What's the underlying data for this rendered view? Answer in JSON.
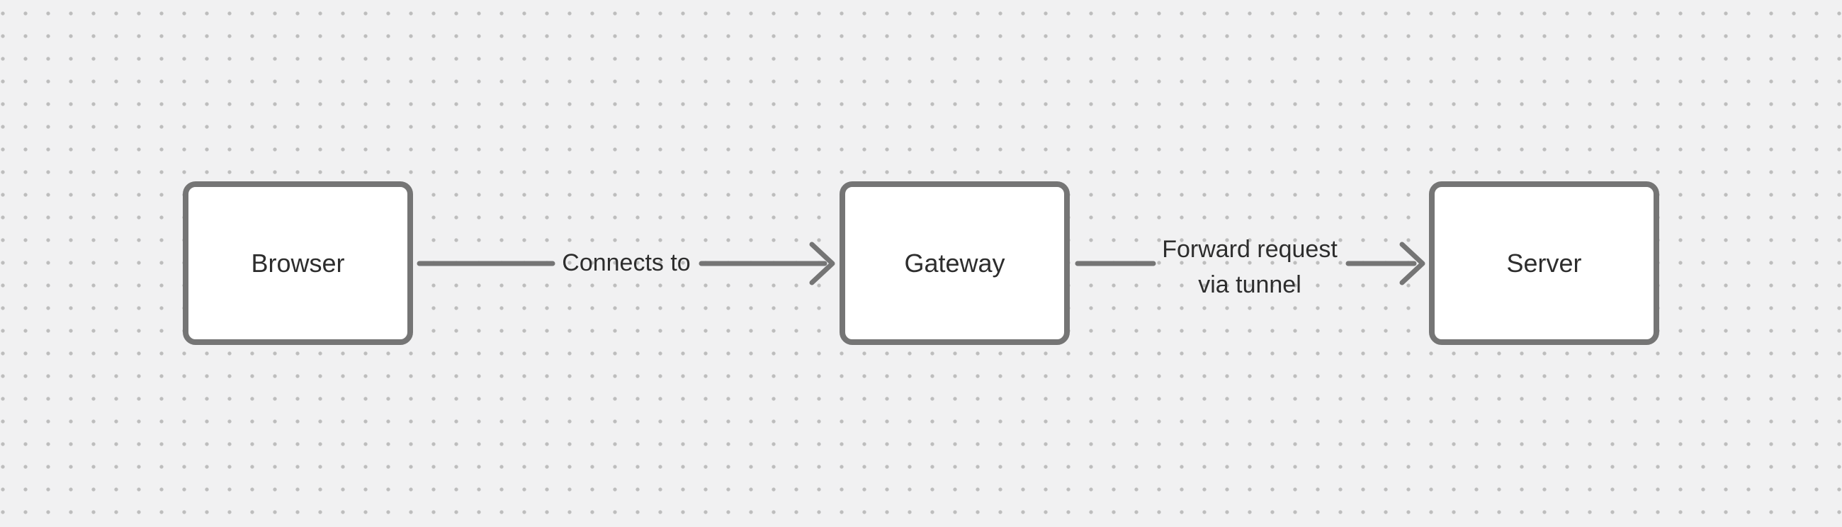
{
  "canvas": {
    "background_color": "#f1f1f2",
    "dot_color": "#bdbdbd"
  },
  "style": {
    "node_border_color": "#757575",
    "node_fill_color": "#ffffff",
    "arrow_color": "#757575",
    "text_color": "#2d2d2d"
  },
  "diagram": {
    "nodes": [
      {
        "id": "browser",
        "label": "Browser"
      },
      {
        "id": "gateway",
        "label": "Gateway"
      },
      {
        "id": "server",
        "label": "Server"
      }
    ],
    "edges": [
      {
        "id": "browser-gateway",
        "from": "Browser",
        "to": "Gateway",
        "label": "Connects to",
        "label_lines": [
          "Connects to"
        ]
      },
      {
        "id": "gateway-server",
        "from": "Gateway",
        "to": "Server",
        "label": "Forward request via tunnel",
        "label_lines": [
          "Forward request",
          "via tunnel"
        ]
      }
    ]
  }
}
